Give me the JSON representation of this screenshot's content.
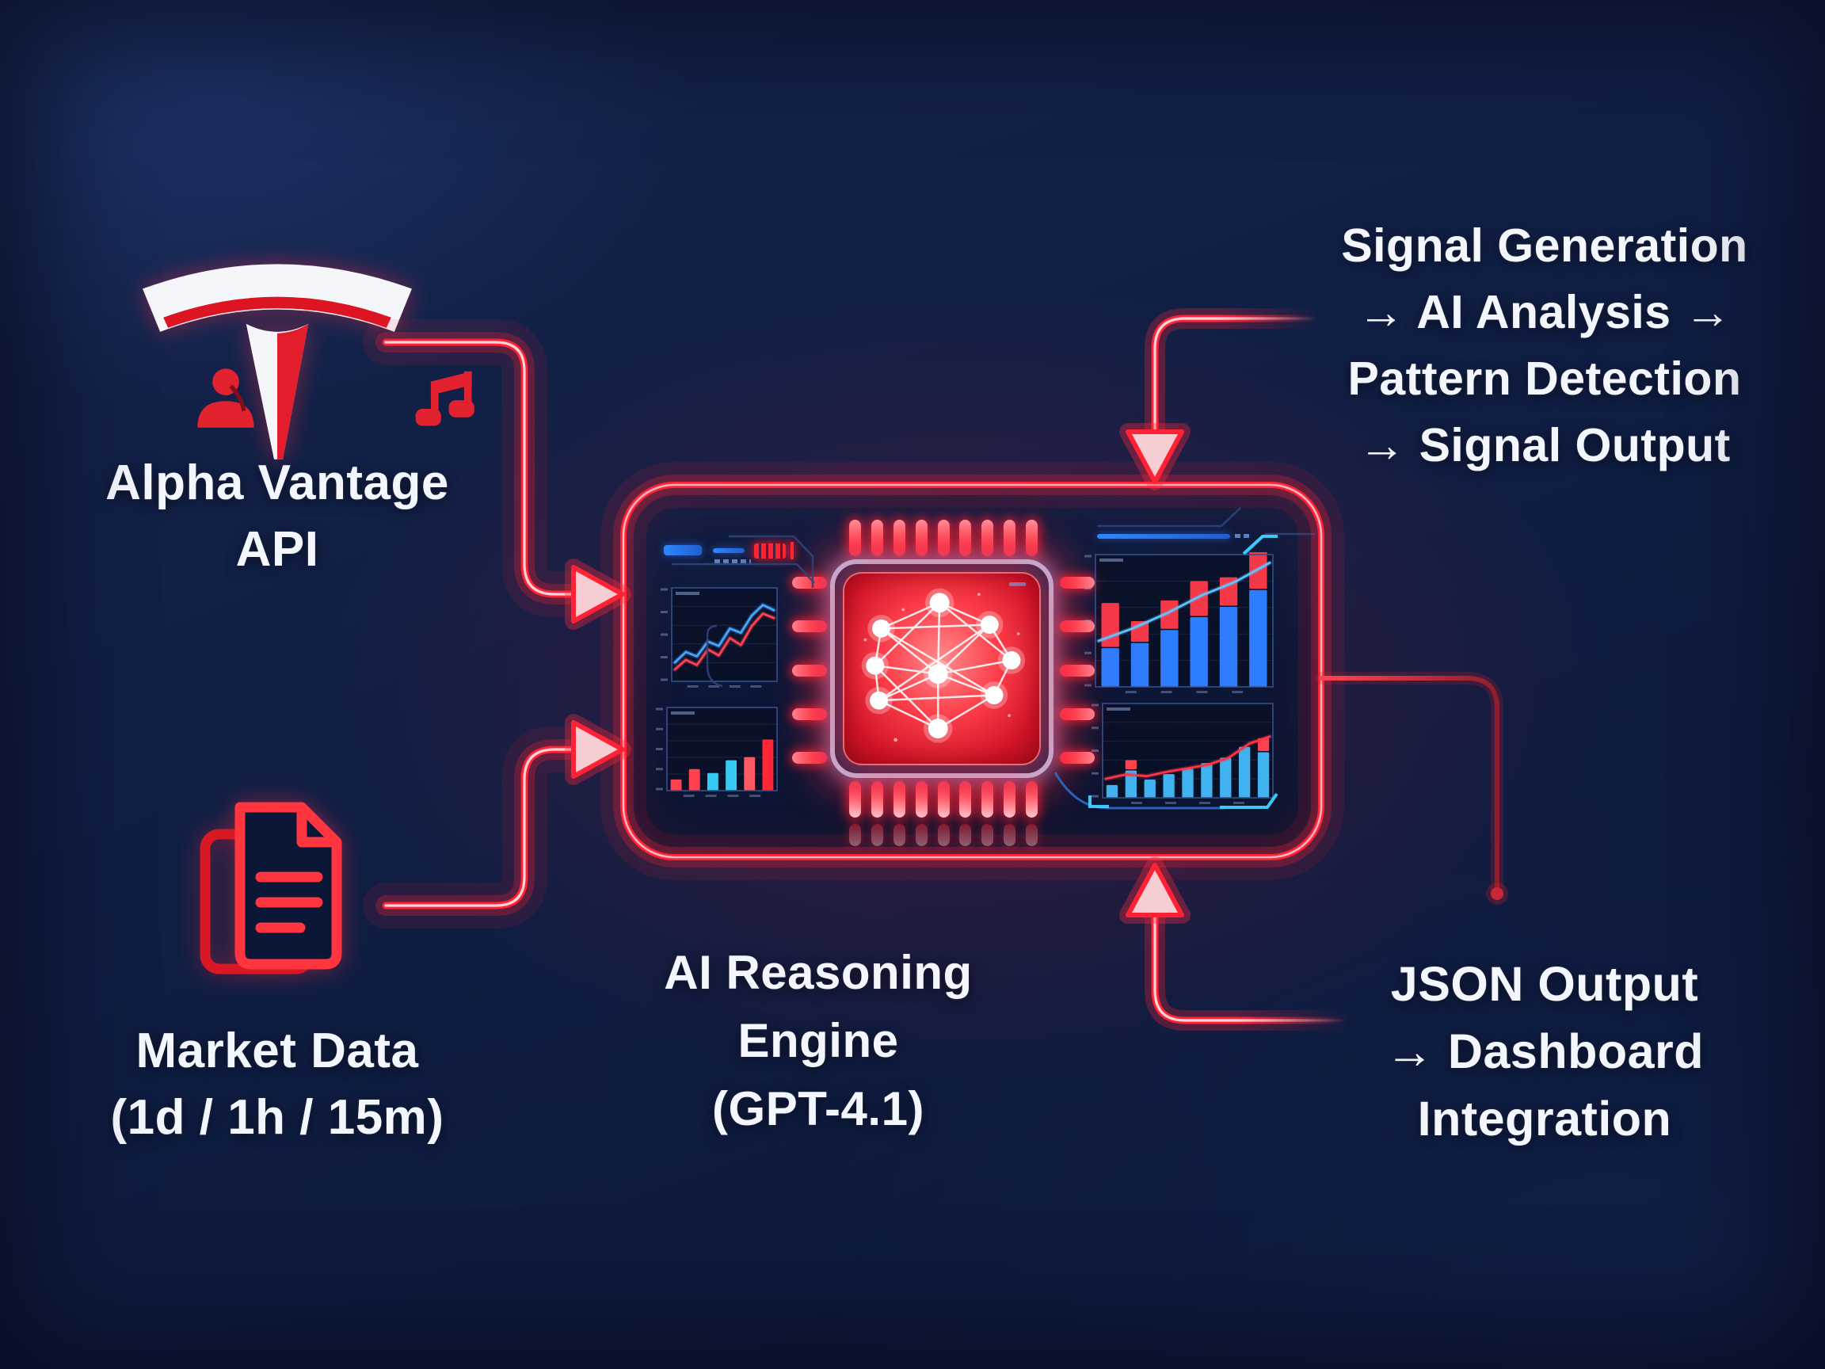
{
  "nodes": {
    "alpha_vantage": {
      "lines": [
        "Alpha Vantage",
        "API"
      ]
    },
    "market_data": {
      "lines": [
        "Market Data",
        "(1d / 1h / 15m)"
      ]
    },
    "ai_engine": {
      "lines": [
        "AI Reasoning",
        "Engine",
        "(GPT-4.1)"
      ]
    },
    "signal_flow": {
      "lines": [
        "Signal Generation",
        "→ AI Analysis →",
        "Pattern Detection",
        "→ Signal Output"
      ]
    },
    "json_output": {
      "lines": [
        "JSON Output",
        "→ Dashboard",
        "Integration"
      ]
    }
  },
  "icons": {
    "source_logo": "tesla-logo-icon",
    "source_badges": [
      "person-icon",
      "music-note-icon"
    ],
    "market_data": "document-icon",
    "engine": "cpu-chip-icon",
    "engine_core": "neural-network-icon",
    "arrow_glyph": "→"
  },
  "connections": [
    {
      "from": "Alpha Vantage API",
      "to": "AI Reasoning Engine",
      "style": "red-glow-arrow"
    },
    {
      "from": "Market Data (1d / 1h / 15m)",
      "to": "AI Reasoning Engine",
      "style": "red-glow-arrow"
    },
    {
      "from": "Signal Generation flow",
      "to": "AI Reasoning Engine",
      "style": "red-glow-arrow-down"
    },
    {
      "from": "JSON Output flow",
      "to": "AI Reasoning Engine",
      "style": "red-glow-arrow-up"
    },
    {
      "from": "AI Reasoning Engine",
      "to": "JSON Output",
      "style": "thin-red-connector-with-dot"
    }
  ],
  "colors": {
    "background": "#101e44",
    "arrow_red": "#ff2234",
    "arrow_core": "#ffd4da",
    "neon_box_border": "#ff2130",
    "chip_border": "#b9c8f0",
    "chip_core_red": "#fb3b47",
    "panel_frame": "#33508c",
    "blue_accent": "#2f86ff",
    "cyan_accent": "#3fd2ff",
    "icon_red": "#e32230",
    "text_white": "#f3f6fc"
  },
  "chart_data": [
    {
      "id": "trend-lines",
      "type": "line",
      "title": "",
      "ylim": [
        0,
        100
      ],
      "grid": true,
      "series": [
        {
          "name": "blue-trend",
          "color": "#46a6ff",
          "values": [
            18,
            30,
            25,
            42,
            37,
            57,
            52,
            72,
            84,
            78
          ]
        },
        {
          "name": "red-trend",
          "color": "#ff4150",
          "values": [
            10,
            21,
            15,
            33,
            26,
            46,
            38,
            60,
            74,
            69
          ]
        }
      ]
    },
    {
      "id": "volume-bars",
      "type": "bar",
      "title": "",
      "ylim": [
        0,
        100
      ],
      "grid": true,
      "bars": [
        {
          "value": 14,
          "color": "#ff4150"
        },
        {
          "value": 27,
          "color": "#ff4150"
        },
        {
          "value": 22,
          "color": "#38c9f2"
        },
        {
          "value": 38,
          "color": "#38c9f2"
        },
        {
          "value": 42,
          "color": "#ff5a64"
        },
        {
          "value": 64,
          "color": "#ff2638"
        }
      ]
    },
    {
      "id": "stacked-performance",
      "type": "stacked-bar",
      "title": "",
      "ylim": [
        0,
        110
      ],
      "grid": true,
      "series_bottom": {
        "name": "blue-base",
        "color": "#2f7dff",
        "values": [
          30,
          34,
          44,
          54,
          62,
          75
        ]
      },
      "series_top": {
        "name": "red-top",
        "color": "#f53848",
        "values": [
          34,
          16,
          22,
          27,
          22,
          29
        ]
      },
      "line": {
        "name": "blue-signal",
        "color": "#5fc3ff",
        "values": [
          34,
          44,
          56,
          70,
          81,
          96
        ]
      }
    },
    {
      "id": "growth-bars",
      "type": "bar-line",
      "title": "",
      "ylim": [
        0,
        100
      ],
      "grid": true,
      "bars": [
        {
          "value": 14,
          "color": "#3fb2ef"
        },
        {
          "value": 30,
          "color": "#3fb2ef",
          "cap": 10,
          "capColor": "#ff4150"
        },
        {
          "value": 20,
          "color": "#3fb2ef"
        },
        {
          "value": 26,
          "color": "#3fb2ef"
        },
        {
          "value": 32,
          "color": "#3fb2ef"
        },
        {
          "value": 38,
          "color": "#3fb2ef"
        },
        {
          "value": 44,
          "color": "#3fb2ef"
        },
        {
          "value": 56,
          "color": "#3fb2ef"
        },
        {
          "value": 50,
          "color": "#3fb2ef",
          "cap": 14,
          "capColor": "#ff4150"
        }
      ],
      "line": {
        "name": "red-signal",
        "color": "#ff3344",
        "values": [
          18,
          23,
          21,
          26,
          30,
          34,
          42,
          58,
          66
        ]
      }
    }
  ]
}
